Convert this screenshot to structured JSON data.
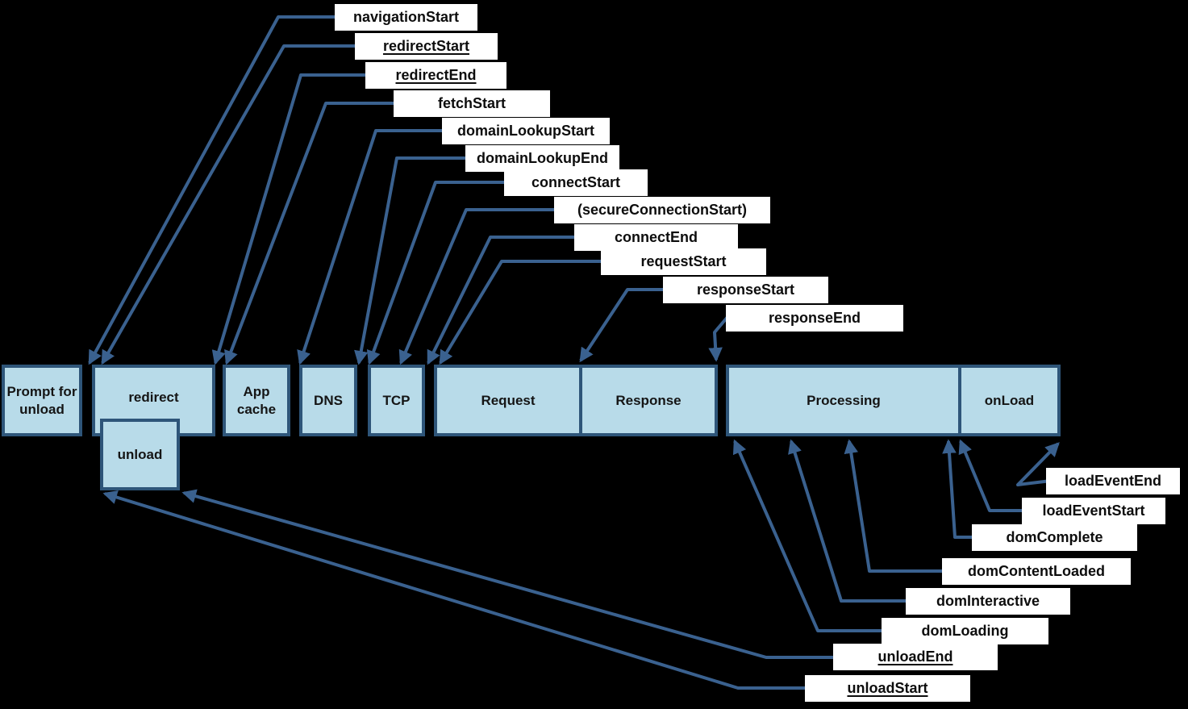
{
  "diagram_name": "navigation-timing-processing-model",
  "colors": {
    "background": "#000000",
    "phase_fill": "#B8DBE9",
    "phase_border": "#2E5579",
    "connector": "#3A618F",
    "event_label_bg": "#FFFFFF",
    "event_label_text": "#0D0D0D"
  },
  "phases": [
    {
      "id": "prompt-for-unload",
      "label": "Prompt for unload"
    },
    {
      "id": "redirect",
      "label": "redirect"
    },
    {
      "id": "unload",
      "label": "unload"
    },
    {
      "id": "app-cache",
      "label": "App cache"
    },
    {
      "id": "dns",
      "label": "DNS"
    },
    {
      "id": "tcp",
      "label": "TCP"
    },
    {
      "id": "request",
      "label": "Request"
    },
    {
      "id": "response",
      "label": "Response"
    },
    {
      "id": "processing",
      "label": "Processing"
    },
    {
      "id": "onload",
      "label": "onLoad"
    }
  ],
  "events_top": [
    {
      "label": "navigationStart",
      "underline": false
    },
    {
      "label": "redirectStart",
      "underline": true
    },
    {
      "label": "redirectEnd",
      "underline": true
    },
    {
      "label": "fetchStart",
      "underline": false
    },
    {
      "label": "domainLookupStart",
      "underline": false
    },
    {
      "label": "domainLookupEnd",
      "underline": false
    },
    {
      "label": "connectStart",
      "underline": false
    },
    {
      "label": "(secureConnectionStart)",
      "underline": false
    },
    {
      "label": "connectEnd",
      "underline": false
    },
    {
      "label": "requestStart",
      "underline": false
    },
    {
      "label": "responseStart",
      "underline": false
    },
    {
      "label": "responseEnd",
      "underline": false
    }
  ],
  "events_bottom": [
    {
      "label": "loadEventEnd",
      "underline": false
    },
    {
      "label": "loadEventStart",
      "underline": false
    },
    {
      "label": "domComplete",
      "underline": false
    },
    {
      "label": "domContentLoaded",
      "underline": false
    },
    {
      "label": "domInteractive",
      "underline": false
    },
    {
      "label": "domLoading",
      "underline": false
    },
    {
      "label": "unloadEnd",
      "underline": true
    },
    {
      "label": "unloadStart",
      "underline": true
    }
  ]
}
